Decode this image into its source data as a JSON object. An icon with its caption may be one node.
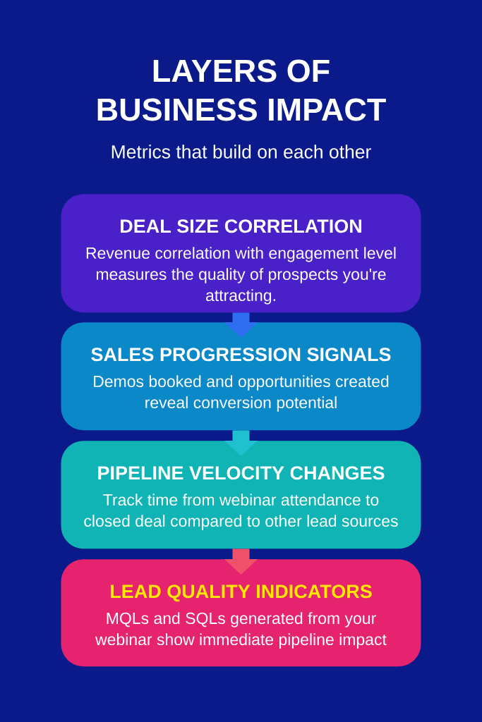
{
  "diagram": {
    "title": "LAYERS OF BUSINESS IMPACT",
    "nodes": [
      {
        "text": [
          "DEAL SIZE CORRELATION",
          "Revenue correlation with engagement level measures the quality of prospects you're attracting."
        ]
      },
      {
        "text": [
          "SALES PROGRESSION SIGNALS",
          "Demos booked and opportunities created reveal conversion potential"
        ]
      },
      {
        "text": [
          "PIPELINE VELOCITY CHANGES",
          "Track time from webinar attendance to closed deal compared to other lead sources"
        ]
      },
      {
        "text": [
          "LEAD QUALITY INDICATORS",
          "MQLs and SQLs generated from your webinar show immediate pipeline impact"
        ]
      }
    ],
    "edges": [
      {
        "from": 0,
        "to": 1,
        "arrow": "to",
        "color": "#2f6ef0"
      },
      {
        "from": 1,
        "to": 2,
        "arrow": "to",
        "color": "#1fc0cf"
      },
      {
        "from": 2,
        "to": 3,
        "arrow": "to",
        "color": "#f0506a"
      }
    ],
    "labels": [
      "Metrics that build on each other"
    ]
  }
}
